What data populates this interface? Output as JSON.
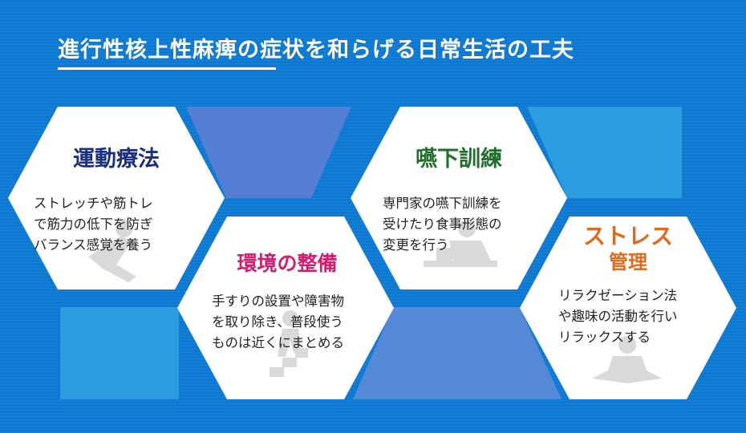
{
  "title": "進行性核上性麻痺の症状を和らげる日常生活の工夫",
  "colors": {
    "background": "#0f78d0",
    "hexagon": "#ffffff",
    "heading_navy": "#1b2e82",
    "heading_pink": "#d41c6e",
    "heading_green": "#1f6e2a",
    "heading_orange": "#e4681a"
  },
  "cards": [
    {
      "heading": "運動療法",
      "body": [
        "ストレッチや筋トレ",
        "で筋力の低下を防ぎ",
        "バランス感覚を養う"
      ],
      "icon": "stretching-person-icon"
    },
    {
      "heading": "環境の整備",
      "body": [
        "手すりの設置や障害物",
        "を取り除き、普段使う",
        "ものは近くにまとめる"
      ],
      "icon": "stairs-climbing-icon"
    },
    {
      "heading": "嚥下訓練",
      "body": [
        "専門家の嚥下訓練を",
        "受けたり食事形態の",
        "変更を行う"
      ],
      "icon": "person-eating-icon"
    },
    {
      "heading_line1": "ストレス",
      "heading_line2": "管理",
      "body": [
        "リラクゼーション法",
        "や趣味の活動を行い",
        "リラックスする"
      ],
      "icon": "meditation-icon"
    }
  ]
}
